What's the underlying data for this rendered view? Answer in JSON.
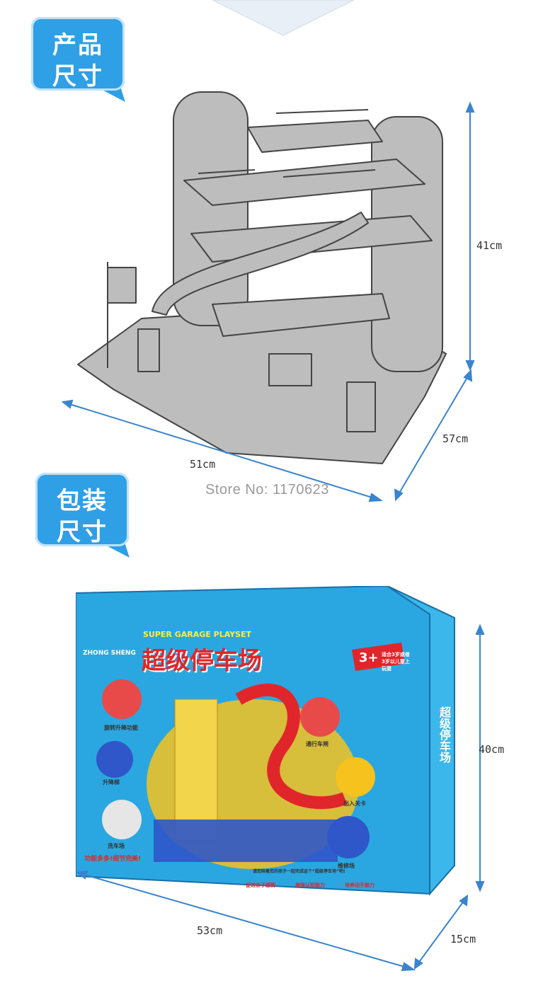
{
  "badges": {
    "product": {
      "line1": "产品",
      "line2": "尺寸"
    },
    "package": {
      "line1": "包装",
      "line2": "尺寸"
    }
  },
  "product_dims": {
    "height": "41cm",
    "depth": "57cm",
    "width": "51cm"
  },
  "package_dims": {
    "height": "40cm",
    "depth": "15cm",
    "width": "53cm"
  },
  "watermark": "Store No: 1170623",
  "box": {
    "brand": "ZHONG SHENG",
    "subtitle": "SUPER GARAGE PLAYSET",
    "title": "超级停车场",
    "age_badge": "3+",
    "age_text": "适合3岁或者3岁以儿童上玩耍",
    "features": [
      "旋转升降功能",
      "升降梯",
      "洗车场",
      "通行车闸",
      "出入关卡",
      "维修场"
    ],
    "slogan": "功能多多!细节完美!",
    "invite": "请您陪着您的孩子一起完成这个“超级停车场”吧!",
    "benefits": [
      "促进亲子感情",
      "增强认知能力",
      "培养动手能力"
    ],
    "side_title": "超级停车场"
  },
  "colors": {
    "badge": "#2f9fe6",
    "box_blue": "#2aa7e0",
    "accent_red": "#e0262b"
  }
}
